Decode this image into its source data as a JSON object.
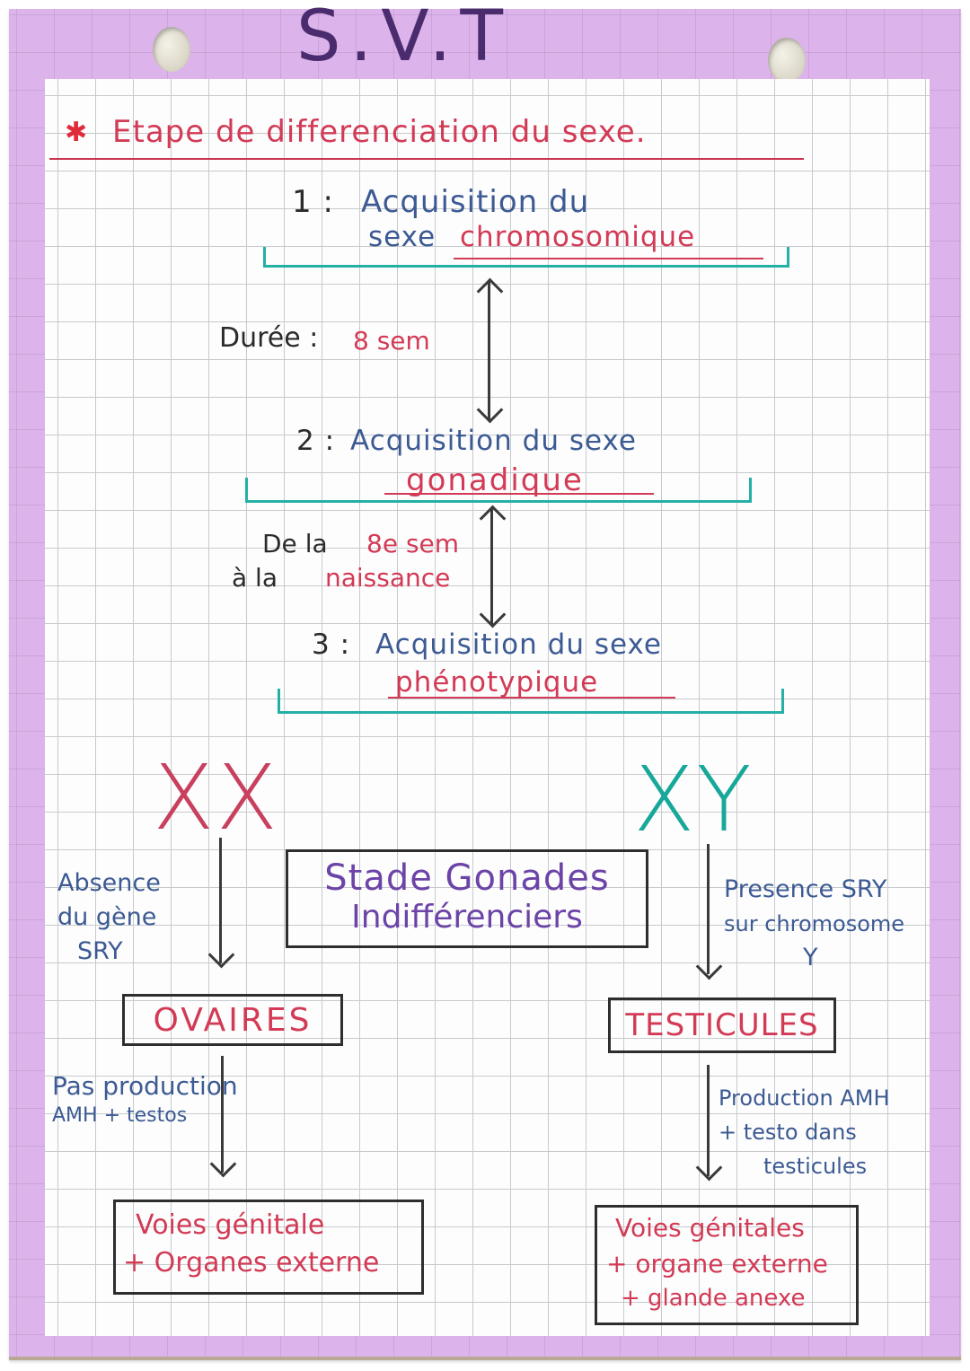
{
  "page": {
    "subject_title": "S.V.T",
    "heading": "Etape de differenciation du sexe.",
    "heading_bullet": "✱"
  },
  "stages": [
    {
      "number": "1 :",
      "line1": "Acquisition du",
      "line2_prefix": "sexe",
      "line2_highlight": "chromosomique"
    },
    {
      "number": "2 :",
      "line1": "Acquisition du sexe",
      "line2_highlight": "gonadique"
    },
    {
      "number": "3 :",
      "line1": "Acquisition du sexe",
      "line2_highlight": "phénotypique"
    }
  ],
  "durations": {
    "stage1_to_2": {
      "label": "Durée :",
      "value": "8 sem"
    },
    "stage2_to_3": {
      "line1_prefix": "De la",
      "line1_value": "8e sem",
      "line2_prefix": "à la",
      "line2_value": "naissance"
    }
  },
  "karyotypes": {
    "female": "XX",
    "male": "XY"
  },
  "center_box": {
    "line1": "Stade Gonades",
    "line2": "Indifférenciers"
  },
  "female_branch": {
    "condition": [
      "Absence",
      "du gène",
      "SRY"
    ],
    "gonad": "OVAIRES",
    "hormones": [
      "Pas production",
      "AMH + testos"
    ],
    "result": [
      "Voies génitale",
      "+ Organes externe"
    ]
  },
  "male_branch": {
    "condition": [
      "Presence SRY",
      "sur chromosome",
      "Y"
    ],
    "gonad": "TESTICULES",
    "hormones": [
      "Production AMH",
      "+ testo dans",
      "testicules"
    ],
    "result": [
      "Voies génitales",
      "+ organe externe",
      "+ glande anexe"
    ]
  },
  "colors": {
    "frame_lilac": "#dcb3ea",
    "title_purple": "#4a2c6e",
    "red_ink": "#d23a55",
    "blue_ink": "#3c5a93",
    "teal_ink": "#17a89a",
    "purple_ink": "#6c44a8",
    "black_ink": "#2b2b2b"
  }
}
